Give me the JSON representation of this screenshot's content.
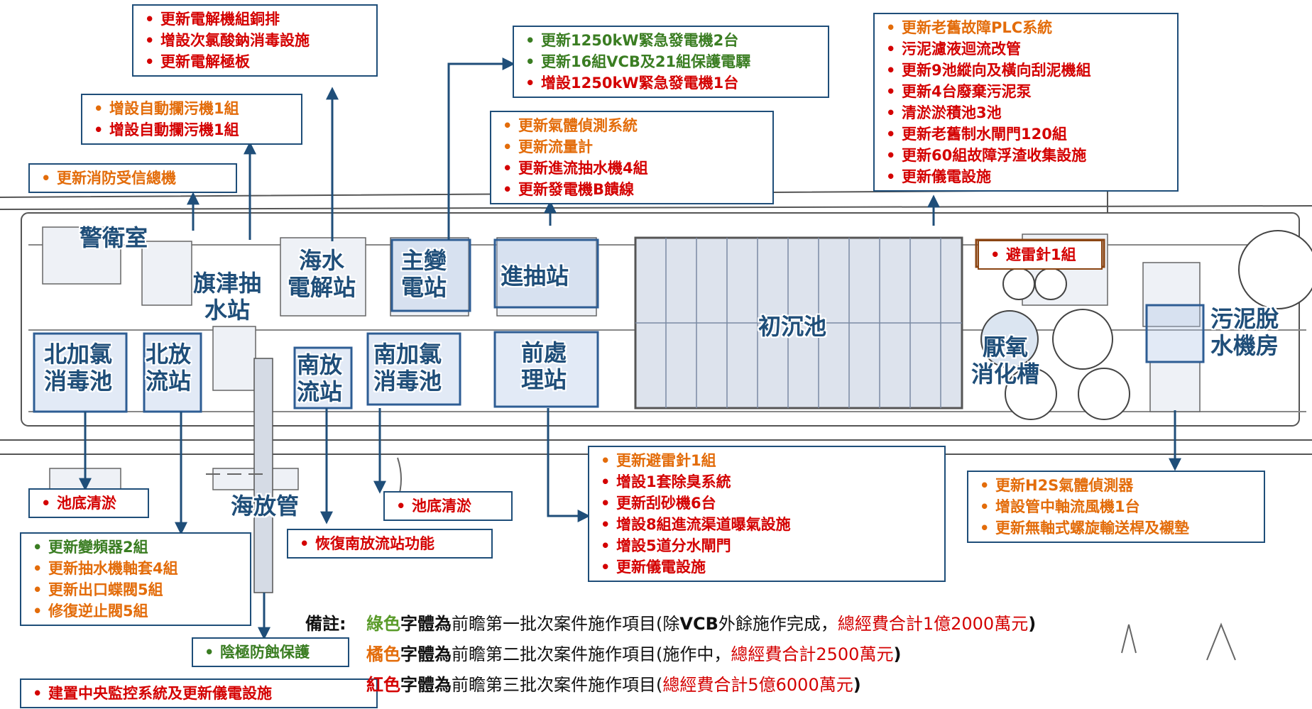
{
  "colors": {
    "outline": "#1f4e79",
    "green": "#3a7d22",
    "orange": "#e36c0a",
    "red": "#d40000"
  },
  "boxes": {
    "electrolysis_upgrades": [
      {
        "text": "更新電解機組銅排",
        "color": "red"
      },
      {
        "text": "增設次氯酸鈉消毒設施",
        "color": "red"
      },
      {
        "text": "更新電解極板",
        "color": "red"
      }
    ],
    "screen_machines": [
      {
        "text": "增設自動攔污機1組",
        "color": "orange"
      },
      {
        "text": "增設自動攔污機1組",
        "color": "red"
      }
    ],
    "fire_alarm": [
      {
        "text": "更新消防受信總機",
        "color": "orange"
      }
    ],
    "generators": [
      {
        "text": "更新1250kW緊急發電機2台",
        "color": "green"
      },
      {
        "text": "更新16組VCB及21組保護電驛",
        "color": "green"
      },
      {
        "text": "增設1250kW緊急發電機1台",
        "color": "red"
      }
    ],
    "influent_pump": [
      {
        "text": "更新氣體偵測系統",
        "color": "orange"
      },
      {
        "text": "更新流量計",
        "color": "orange"
      },
      {
        "text": "更新進流抽水機4組",
        "color": "red"
      },
      {
        "text": "更新發電機B饋線",
        "color": "red"
      }
    ],
    "primary_tank": [
      {
        "text": "更新老舊故障PLC系統",
        "color": "orange"
      },
      {
        "text": "污泥濾液迴流改管",
        "color": "red"
      },
      {
        "text": "更新9池縱向及橫向刮泥機組",
        "color": "red"
      },
      {
        "text": "更新4台廢棄污泥泵",
        "color": "red"
      },
      {
        "text": "清淤淤積池3池",
        "color": "red"
      },
      {
        "text": "更新老舊制水閘門120組",
        "color": "red"
      },
      {
        "text": "更新60組故障浮渣收集設施",
        "color": "red"
      },
      {
        "text": "更新儀電設施",
        "color": "red"
      }
    ],
    "lightning_rod": [
      {
        "text": "避雷針1組",
        "color": "red"
      }
    ],
    "north_dredge": [
      {
        "text": "池底清淤",
        "color": "red"
      }
    ],
    "south_dredge": [
      {
        "text": "池底清淤",
        "color": "red"
      }
    ],
    "north_outfall": [
      {
        "text": "更新變頻器2組",
        "color": "green"
      },
      {
        "text": "更新抽水機軸套4組",
        "color": "orange"
      },
      {
        "text": "更新出口蝶閥5組",
        "color": "orange"
      },
      {
        "text": "修復逆止閥5組",
        "color": "orange"
      }
    ],
    "south_outfall": [
      {
        "text": "恢復南放流站功能",
        "color": "red"
      }
    ],
    "pretreatment": [
      {
        "text": "更新避雷針1組",
        "color": "orange"
      },
      {
        "text": "增設1套除臭系統",
        "color": "red"
      },
      {
        "text": "更新刮砂機6台",
        "color": "red"
      },
      {
        "text": "增設8組進流渠道曝氣設施",
        "color": "red"
      },
      {
        "text": "增設5道分水閘門",
        "color": "red"
      },
      {
        "text": "更新儀電設施",
        "color": "red"
      }
    ],
    "sludge_dewatering": [
      {
        "text": "更新H2S氣體偵測器",
        "color": "orange"
      },
      {
        "text": "增設管中軸流風機1台",
        "color": "orange"
      },
      {
        "text": "更新無軸式螺旋輸送桿及襯墊",
        "color": "orange"
      }
    ],
    "cathodic": [
      {
        "text": "陰極防蝕保護",
        "color": "green"
      }
    ],
    "scada": [
      {
        "text": "建置中央監控系統及更新儀電設施",
        "color": "red"
      }
    ]
  },
  "labels": {
    "guard_room": "警衛室",
    "cijin_pump": "旗津抽\n水站",
    "seawater_electrolysis": "海水\n電解站",
    "main_substation": "主變\n電站",
    "influent_pump_station": "進抽站",
    "primary_settling": "初沉池",
    "anaerobic_digester": "厭氧\n消化槽",
    "sludge_house": "污泥脫\n水機房",
    "north_chlorination": "北加氯\n消毒池",
    "north_outfall_station": "北放\n流站",
    "south_outfall_station": "南放\n流站",
    "south_chlorination": "南加氯\n消毒池",
    "pretreatment_plant": "前處\n理站",
    "sea_outfall_pipe": "海放管"
  },
  "notes": {
    "label": "備註:",
    "rows": [
      {
        "color_word": "綠色",
        "suffix": "字體為",
        "desc": "前瞻第一批次案件施作項目(除",
        "vcb": "VCB",
        "desc2": "外餘施作完成，",
        "cost": "總經費合計1億2000萬元",
        "close": ")"
      },
      {
        "color_word": "橘色",
        "suffix": "字體為",
        "desc": "前瞻第二批次案件施作項目(施作中，",
        "cost": "總經費合計2500萬元",
        "close": ")"
      },
      {
        "color_word": "紅色",
        "suffix": "字體為",
        "desc": "前瞻第三批次案件施作項目(",
        "cost": "總經費合計5億6000萬元",
        "close": ")"
      }
    ]
  }
}
